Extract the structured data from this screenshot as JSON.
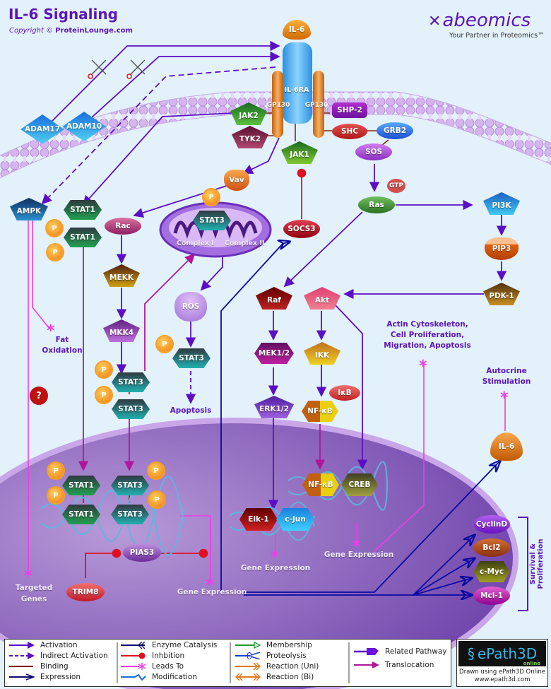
{
  "header": {
    "title": "IL-6 Signaling",
    "copyright_prefix": "Copyright ©",
    "copyright_site": "ProteinLounge.com",
    "brand": "abeomics",
    "brand_icon": "abeomics-logo-icon",
    "tagline": "Your Partner in Proteomics™"
  },
  "colors": {
    "background": "#e3f1fb",
    "accent": "#5b16b8",
    "activation": "#5b0fc4",
    "expression": "#0a0aa0",
    "inhibition": "#e01020",
    "leads_to": "#f03ce8",
    "translocation": "#b0169a",
    "binding": "#7a2a10",
    "nucleus": "#8a5cc0"
  },
  "nodes": {
    "il6_top": "IL-6",
    "il6ra": "IL-6RA",
    "gp130_left": "GP130",
    "gp130_right": "GP130",
    "jak2": "JAK2",
    "tyk2": "TYK2",
    "jak1": "JAK1",
    "shp2": "SHP-2",
    "shc": "SHC",
    "grb2": "GRB2",
    "sos": "SOS",
    "gtp": "GTP",
    "ras": "Ras",
    "pi3k": "PI3K",
    "pip3": "PIP3",
    "pdk1": "PDK-1",
    "akt": "Akt",
    "ikk": "IKK",
    "ikb": "IκB",
    "nfkb_cyto": "NF-κB",
    "raf": "Raf",
    "mek12": "MEK1/2",
    "erk12": "ERK1/2",
    "adam17": "ADAM17",
    "adam10": "ADAM10",
    "ampk": "AMPK",
    "stat1_a": "STAT1",
    "stat1_b": "STAT1",
    "vav": "Vav",
    "rac": "Rac",
    "mekk": "MEKK",
    "mkk4": "MKK4",
    "stat3_a": "STAT3",
    "stat3_b": "STAT3",
    "stat3_mito": "STAT3",
    "complex1": "Complex I",
    "complex2": "Complex II",
    "ros": "ROS",
    "stat3_ros": "STAT3",
    "socs3": "SOCS3",
    "phospho": "P",
    "question": "?",
    "nuc_stat1_a": "STAT1",
    "nuc_stat1_b": "STAT1",
    "nuc_stat3_a": "STAT3",
    "nuc_stat3_b": "STAT3",
    "pias3": "PIAS3",
    "trim8": "TRIM8",
    "elk1": "Elk-1",
    "cjun": "c-Jun",
    "nfkb_nuc": "NF-κB",
    "creb": "CREB",
    "il6_out": "IL-6",
    "cyclind": "CyclinD",
    "bcl2": "Bcl2",
    "cmyc": "c-Myc",
    "mcl1": "Mcl-1"
  },
  "labels": {
    "fat_oxidation": "Fat\nOxidation",
    "apoptosis": "Apoptosis",
    "targeted_genes": "Targeted\nGenes",
    "gene_expression_stat": "Gene Expression",
    "gene_expression_elk": "Gene Expression",
    "gene_expression_creb": "Gene Expression",
    "actin": "Actin Cytoskeleton,\nCell Proliferation,\nMigration, Apoptosis",
    "autocrine": "Autocrine\nStimulation",
    "survival": "Survival & Proliferation"
  },
  "legend": {
    "items": [
      {
        "label": "Activation",
        "icon": "activation-arrow-icon"
      },
      {
        "label": "Indirect Activation",
        "icon": "indirect-activation-arrow-icon"
      },
      {
        "label": "Binding",
        "icon": "binding-line-icon"
      },
      {
        "label": "Expression",
        "icon": "expression-arrow-icon"
      },
      {
        "label": "Enzyme Catalysis",
        "icon": "enzyme-catalysis-icon"
      },
      {
        "label": "Inhbition",
        "icon": "inhibition-icon"
      },
      {
        "label": "Leads To",
        "icon": "leads-to-icon"
      },
      {
        "label": "Modification",
        "icon": "modification-icon"
      },
      {
        "label": "Membership",
        "icon": "membership-arrow-icon"
      },
      {
        "label": "Proteolysis",
        "icon": "proteolysis-scissors-icon"
      },
      {
        "label": "Reaction (Uni)",
        "icon": "reaction-uni-icon"
      },
      {
        "label": "Reaction (Bi)",
        "icon": "reaction-bi-icon"
      },
      {
        "label": "Related Pathway",
        "icon": "related-pathway-hand-icon"
      },
      {
        "label": "Translocation",
        "icon": "translocation-arrow-icon"
      }
    ]
  },
  "epath": {
    "logo": "ePath3D",
    "online": "online",
    "drawn": "Drawn using ePath3D Online",
    "url": "www.epath3d.com"
  }
}
